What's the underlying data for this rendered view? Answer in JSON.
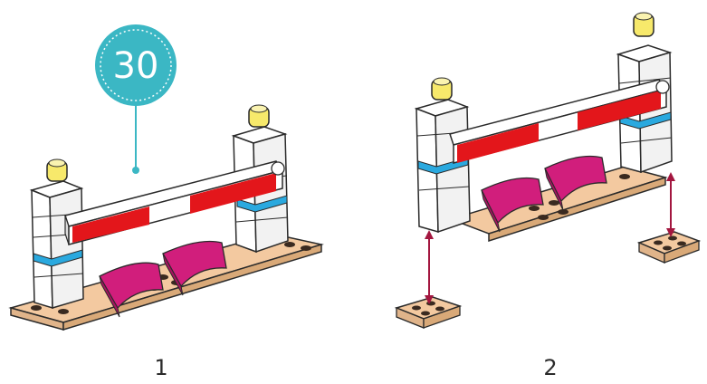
{
  "badge": {
    "text": "30",
    "color": "#3bb7c4"
  },
  "steps": [
    {
      "label": "1"
    },
    {
      "label": "2"
    }
  ],
  "colors": {
    "brick_white": "#ffffff",
    "brick_outline": "#2a2a2a",
    "stripe_blue": "#2aa9df",
    "bar_red": "#e3161b",
    "slope_magenta": "#d11e7c",
    "base_tan": "#f3c9a0",
    "stud_dark": "#3a2a20",
    "light_yellow": "#f7e96b",
    "arrow": "#a3163f"
  }
}
